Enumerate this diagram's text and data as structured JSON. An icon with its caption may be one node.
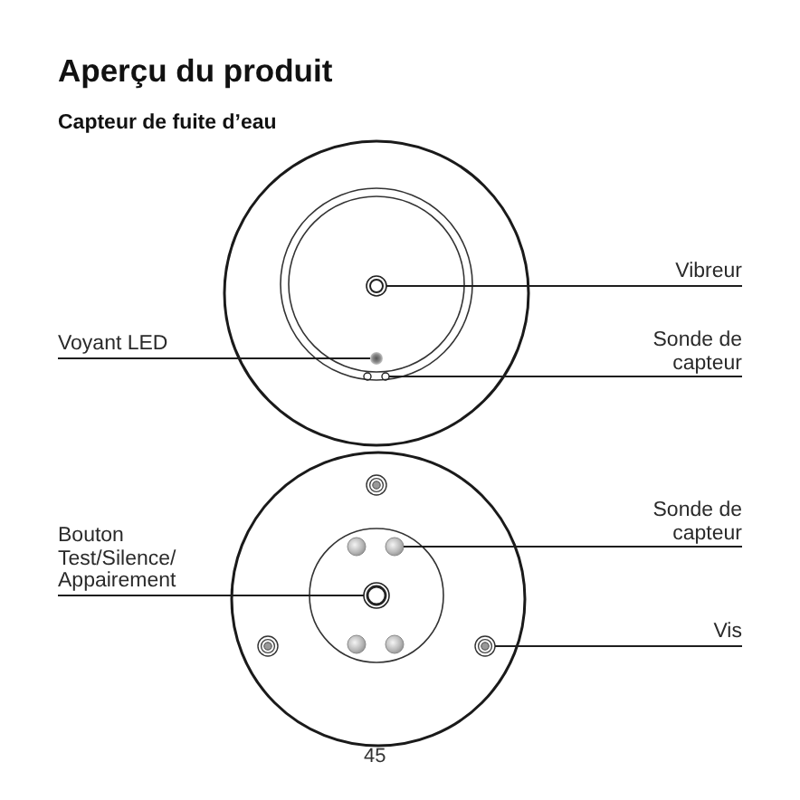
{
  "diagram": {
    "title": "Aperçu du produit",
    "nodes": [
      {
        "text": [
          "Vibreur"
        ]
      },
      {
        "text": [
          "Voyant LED"
        ]
      },
      {
        "text": [
          "Sonde de capteur"
        ]
      },
      {
        "text": [
          "Sonde de capteur"
        ]
      },
      {
        "text": [
          "Bouton Test/Silence/ Appairement"
        ]
      },
      {
        "text": [
          "Vis"
        ]
      },
      {
        "text": [],
        "shape": "circle"
      },
      {
        "text": [],
        "shape": "circle"
      },
      {
        "text": [],
        "shape": "circle"
      },
      {
        "text": [],
        "shape": "circle"
      },
      {
        "text": [],
        "shape": "circle"
      },
      {
        "text": [],
        "shape": "circle"
      },
      {
        "text": [],
        "shape": "circle"
      },
      {
        "text": [],
        "shape": "circle"
      },
      {
        "text": [],
        "shape": "circle"
      },
      {
        "text": [],
        "shape": "circle"
      },
      {
        "text": [],
        "shape": "circle"
      },
      {
        "text": [],
        "shape": "circle"
      }
    ],
    "edges": [
      {
        "from": 0,
        "to": 6,
        "arrow": "none"
      },
      {
        "from": 1,
        "to": 7,
        "arrow": "none"
      },
      {
        "from": 2,
        "to": 9,
        "arrow": "none"
      },
      {
        "from": 3,
        "to": 12,
        "arrow": "none"
      },
      {
        "from": 4,
        "to": 13,
        "arrow": "none"
      },
      {
        "from": 5,
        "to": 17,
        "arrow": "none"
      }
    ],
    "labels": [
      "Capteur de fuite d’eau",
      "45"
    ]
  }
}
